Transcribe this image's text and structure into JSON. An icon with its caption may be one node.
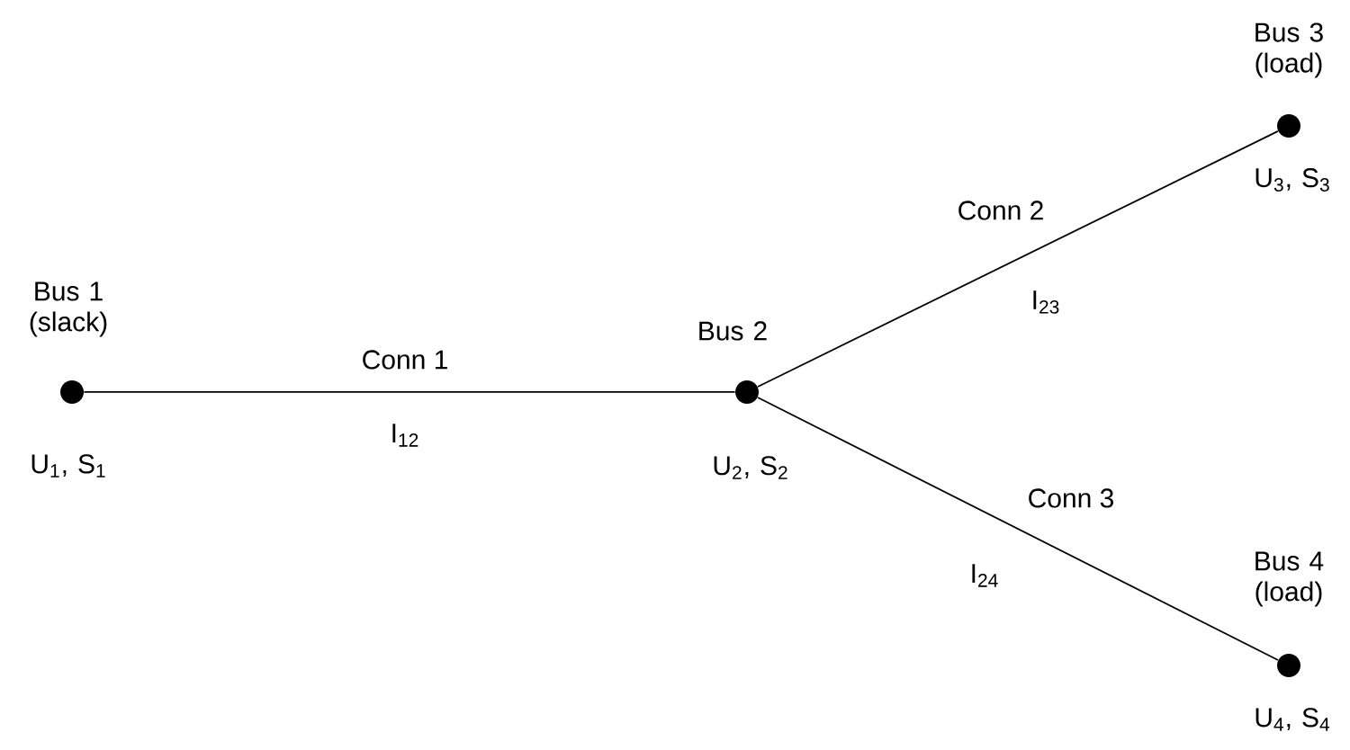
{
  "diagram": {
    "nodes": [
      {
        "text": [],
        "shape": "circle",
        "beside": [
          "Bus 1 (slack)",
          "U$_{1}$, S$_{1}$"
        ]
      },
      {
        "text": [],
        "shape": "circle",
        "beside": [
          "Bus 2",
          "U$_{2}$, S$_{2}$"
        ]
      },
      {
        "text": [],
        "shape": "circle",
        "beside": [
          "Bus 3 (load)",
          "U$_{3}$, S$_{3}$"
        ]
      },
      {
        "text": [],
        "shape": "circle",
        "beside": [
          "Bus 4 (load)",
          "U$_{4}$, S$_{4}$"
        ]
      }
    ],
    "edges": [
      {
        "from": 0,
        "to": 1,
        "arrow": "none",
        "label": "Conn 1"
      },
      {
        "from": 1,
        "to": 2,
        "arrow": "none",
        "label": "Conn 2"
      },
      {
        "from": 1,
        "to": 3,
        "arrow": "none",
        "label": "Conn 3"
      }
    ],
    "labels": [
      "I$_{12}$",
      "I$_{23}$",
      "I$_{24}$"
    ]
  }
}
